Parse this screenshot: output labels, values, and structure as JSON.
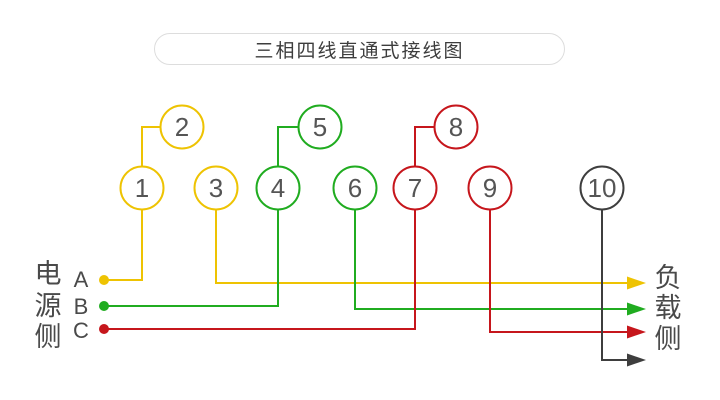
{
  "title": "三相四线直通式接线图",
  "colors": {
    "phase_a_yellow": "#eec302",
    "phase_b_green": "#20ac20",
    "phase_c_red": "#c6161c",
    "neutral_dark": "#3e3e3e",
    "terminal_number": "#555555",
    "label_text": "#4a4a4a",
    "pill_border": "#dddddd"
  },
  "source_side": {
    "chars": [
      "电",
      "源",
      "侧"
    ],
    "phase_labels": [
      "A",
      "B",
      "C"
    ]
  },
  "load_side": {
    "chars": [
      "负",
      "载",
      "侧"
    ]
  },
  "terminals": [
    {
      "number": "1",
      "color": "#eec302"
    },
    {
      "number": "2",
      "color": "#eec302"
    },
    {
      "number": "3",
      "color": "#eec302"
    },
    {
      "number": "4",
      "color": "#20ac20"
    },
    {
      "number": "5",
      "color": "#20ac20"
    },
    {
      "number": "6",
      "color": "#20ac20"
    },
    {
      "number": "7",
      "color": "#c6161c"
    },
    {
      "number": "8",
      "color": "#c6161c"
    },
    {
      "number": "9",
      "color": "#c6161c"
    },
    {
      "number": "10",
      "color": "#3e3e3e"
    }
  ]
}
